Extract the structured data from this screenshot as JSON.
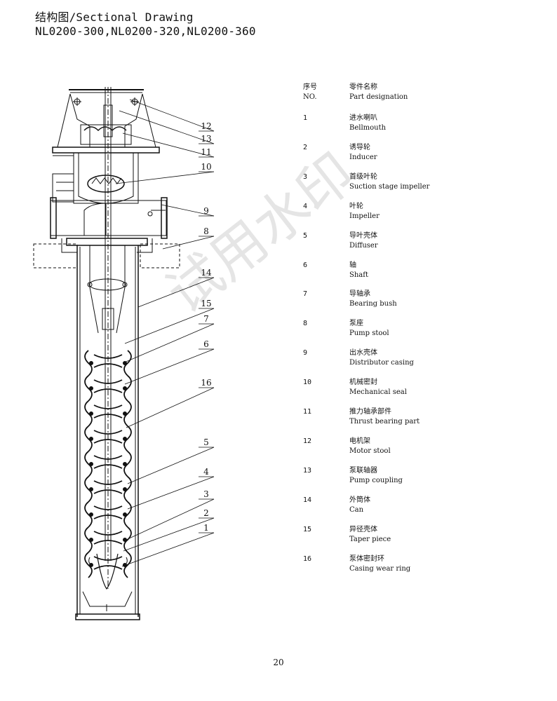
{
  "header": {
    "title_line1": "结构图/Sectional Drawing",
    "title_line2": "NL0200-300,NL0200-320,NL0200-360"
  },
  "parts_table": {
    "header_no_cn": "序号",
    "header_no_en": "NO.",
    "header_name_cn": "零件名称",
    "header_name_en": "Part designation",
    "rows": [
      {
        "no": "1",
        "cn": "进水喇叭",
        "en": "Bellmouth"
      },
      {
        "no": "2",
        "cn": "诱导轮",
        "en": "Inducer"
      },
      {
        "no": "3",
        "cn": "首级叶轮",
        "en": "Suction stage impeller"
      },
      {
        "no": "4",
        "cn": "叶轮",
        "en": "Impeller"
      },
      {
        "no": "5",
        "cn": "导叶壳体",
        "en": "Diffuser"
      },
      {
        "no": "6",
        "cn": "轴",
        "en": "Shaft"
      },
      {
        "no": "7",
        "cn": "导轴承",
        "en": "Bearing bush"
      },
      {
        "no": "8",
        "cn": "泵座",
        "en": "Pump stool"
      },
      {
        "no": "9",
        "cn": "出水壳体",
        "en": "Distributor casing"
      },
      {
        "no": "10",
        "cn": "机械密封",
        "en": "Mechanical seal"
      },
      {
        "no": "11",
        "cn": "推力轴承部件",
        "en": "Thrust bearing part"
      },
      {
        "no": "12",
        "cn": "电机架",
        "en": "Motor stool"
      },
      {
        "no": "13",
        "cn": "泵联轴器",
        "en": "Pump coupling"
      },
      {
        "no": "14",
        "cn": "外筒体",
        "en": "Can"
      },
      {
        "no": "15",
        "cn": "异径壳体",
        "en": "Taper piece"
      },
      {
        "no": "16",
        "cn": "泵体密封环",
        "en": "Casing wear ring"
      }
    ]
  },
  "callouts": [
    "12",
    "13",
    "11",
    "10",
    "9",
    "8",
    "14",
    "15",
    "7",
    "6",
    "16",
    "5",
    "4",
    "3",
    "2",
    "1"
  ],
  "watermark": "试用水印",
  "page_number": "20"
}
